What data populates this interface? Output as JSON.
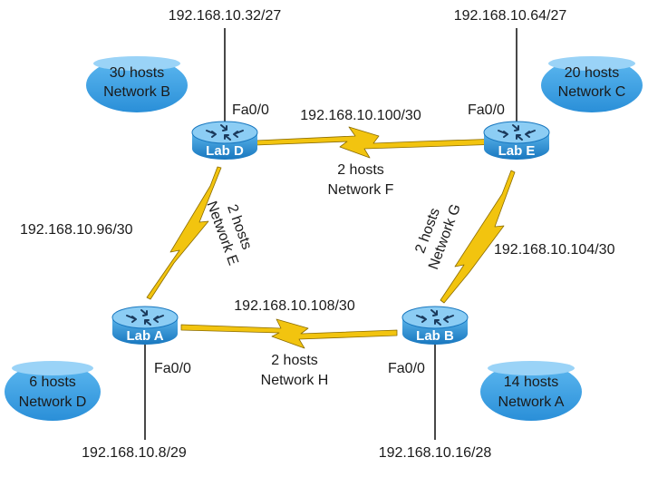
{
  "routers": {
    "lab_a": "Lab A",
    "lab_b": "Lab B",
    "lab_d": "Lab D",
    "lab_e": "Lab E"
  },
  "lans": {
    "network_a": {
      "hosts": "14 hosts",
      "name": "Network A"
    },
    "network_b": {
      "hosts": "30 hosts",
      "name": "Network B"
    },
    "network_c": {
      "hosts": "20 hosts",
      "name": "Network C"
    },
    "network_d": {
      "hosts": "6 hosts",
      "name": "Network D"
    }
  },
  "wans": {
    "network_e": {
      "hosts": "2 hosts",
      "name": "Network E"
    },
    "network_f": {
      "hosts": "2 hosts",
      "name": "Network F"
    },
    "network_g": {
      "hosts": "2 hosts",
      "name": "Network G"
    },
    "network_h": {
      "hosts": "2 hosts",
      "name": "Network H"
    }
  },
  "addresses": {
    "lab_d_lan": "192.168.10.32/27",
    "lab_e_lan": "192.168.10.64/27",
    "lab_a_lan": "192.168.10.8/29",
    "lab_b_lan": "192.168.10.16/28",
    "link_d_e": "192.168.10.100/30",
    "link_d_a": "192.168.10.96/30",
    "link_e_b": "192.168.10.104/30",
    "link_a_b": "192.168.10.108/30"
  },
  "interfaces": {
    "lab_d": "Fa0/0",
    "lab_e": "Fa0/0",
    "lab_a": "Fa0/0",
    "lab_b": "Fa0/0"
  },
  "colors": {
    "router_fill": "#1e8fd6",
    "router_top": "#7cc7f2",
    "cloud_fill": "#3ea3e8",
    "serial_link": "#f2c40f",
    "ethernet_line": "#1a1a1a"
  }
}
